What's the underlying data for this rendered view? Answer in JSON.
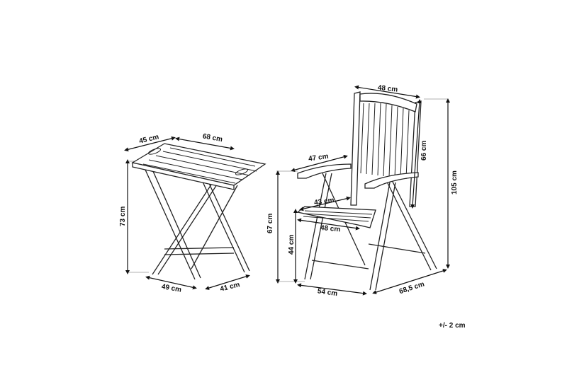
{
  "table": {
    "depth": "45 cm",
    "width": "68 cm",
    "height": "73 cm",
    "base_front": "49 cm",
    "base_side": "41 cm"
  },
  "chair": {
    "back_width": "48 cm",
    "armrest_length": "47 cm",
    "back_height": "66 cm",
    "total_height": "105 cm",
    "seat_depth": "43 cm",
    "seat_width": "48 cm",
    "armrest_height": "67 cm",
    "seat_height": "44 cm",
    "base_width": "54 cm",
    "base_depth": "68,5 cm"
  },
  "tolerance": "+/- 2 cm"
}
